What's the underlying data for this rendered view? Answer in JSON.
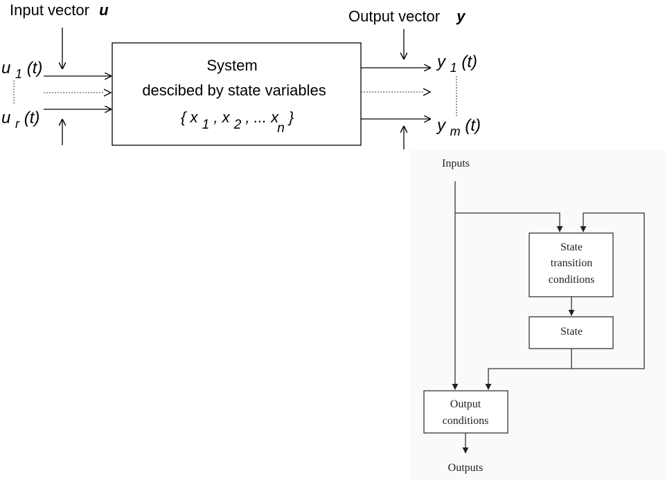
{
  "diagram1": {
    "input_label": "Input vector",
    "input_symbol": "u",
    "output_label": "Output vector",
    "output_symbol": "y",
    "inputs": [
      {
        "var": "u",
        "sub": "1",
        "arg": "(t)"
      },
      {
        "var": "u",
        "sub": "r",
        "arg": "(t)"
      }
    ],
    "outputs": [
      {
        "var": "y",
        "sub": "1",
        "arg": "(t)"
      },
      {
        "var": "y",
        "sub": "m",
        "arg": "(t)"
      }
    ],
    "system": {
      "line1": "System",
      "line2": "descibed by state variables",
      "state_open": "{",
      "states": [
        {
          "var": "x",
          "sub": "1",
          "sep": " ,"
        },
        {
          "var": "x",
          "sub": "2",
          "sep": " , ... "
        },
        {
          "var": "x",
          "sub": "n",
          "sep": ""
        }
      ],
      "state_close": " }"
    }
  },
  "diagram2": {
    "inputs_label": "Inputs",
    "state_transition": [
      "State",
      "transition",
      "conditions"
    ],
    "state": "State",
    "output_conditions": [
      "Output",
      "conditions"
    ],
    "outputs_label": "Outputs"
  }
}
